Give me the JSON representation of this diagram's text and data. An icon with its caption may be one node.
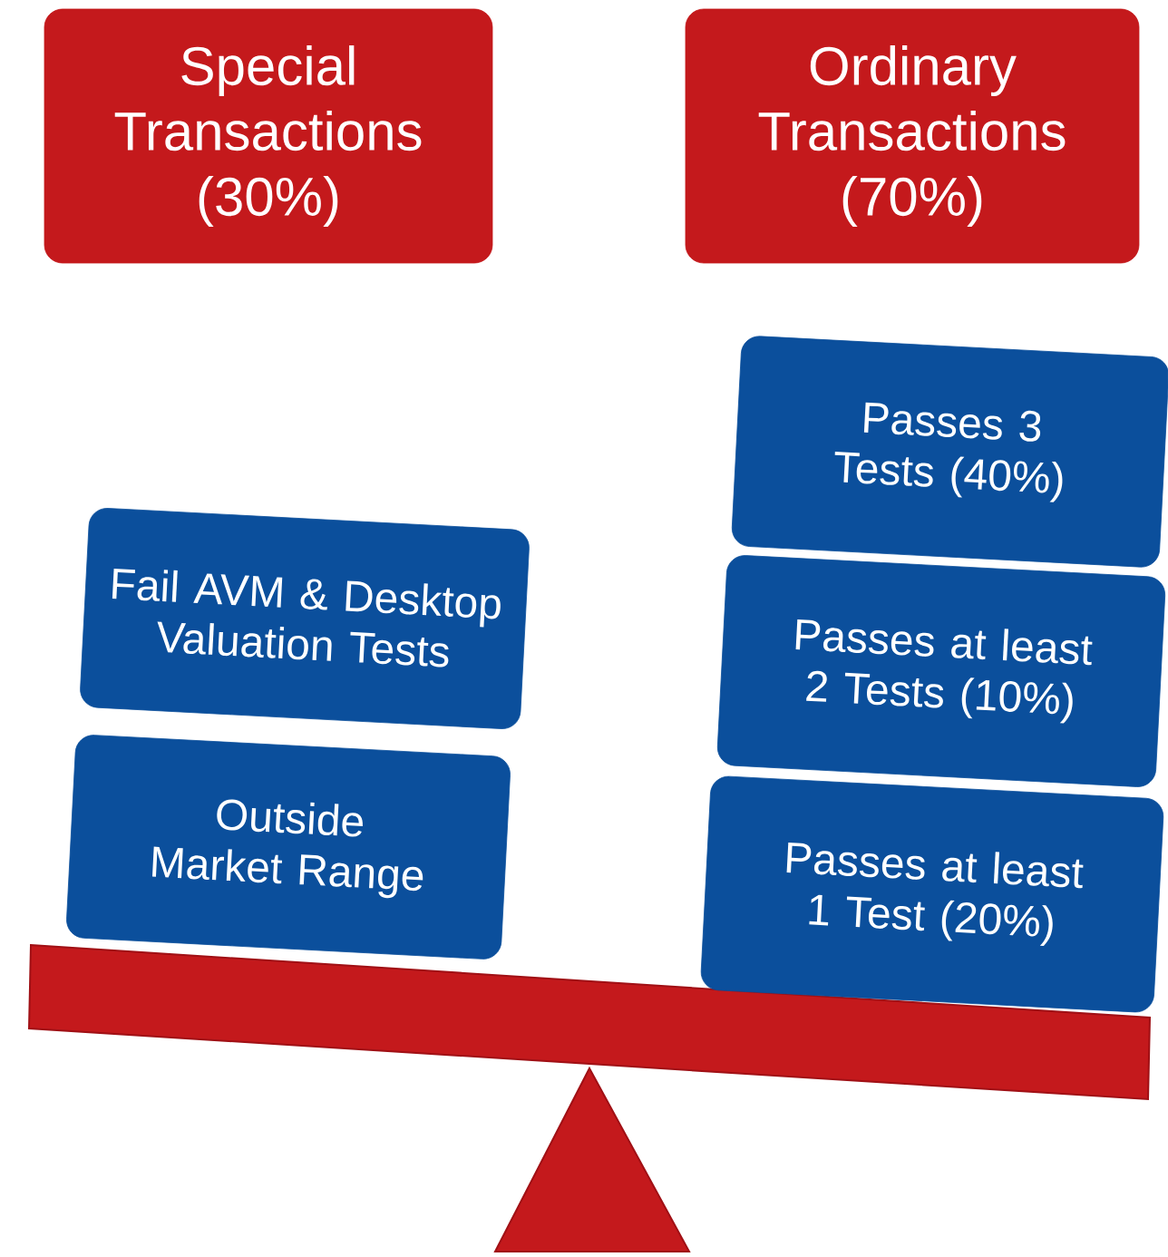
{
  "diagram": {
    "nodes": [
      {
        "text": [
          "Special Transactions (30%)"
        ]
      },
      {
        "text": [
          "Ordinary Transactions (70%)"
        ]
      },
      {
        "text": [
          "Fail AVM & Desktop Valuation Tests"
        ]
      },
      {
        "text": [
          "Outside Market Range"
        ]
      },
      {
        "text": [
          "Passes 3 Tests (40%)"
        ]
      },
      {
        "text": [
          "Passes at least 2 Tests (10%)"
        ]
      },
      {
        "text": [
          "Passes at least 1 Test (20%)"
        ]
      }
    ]
  }
}
